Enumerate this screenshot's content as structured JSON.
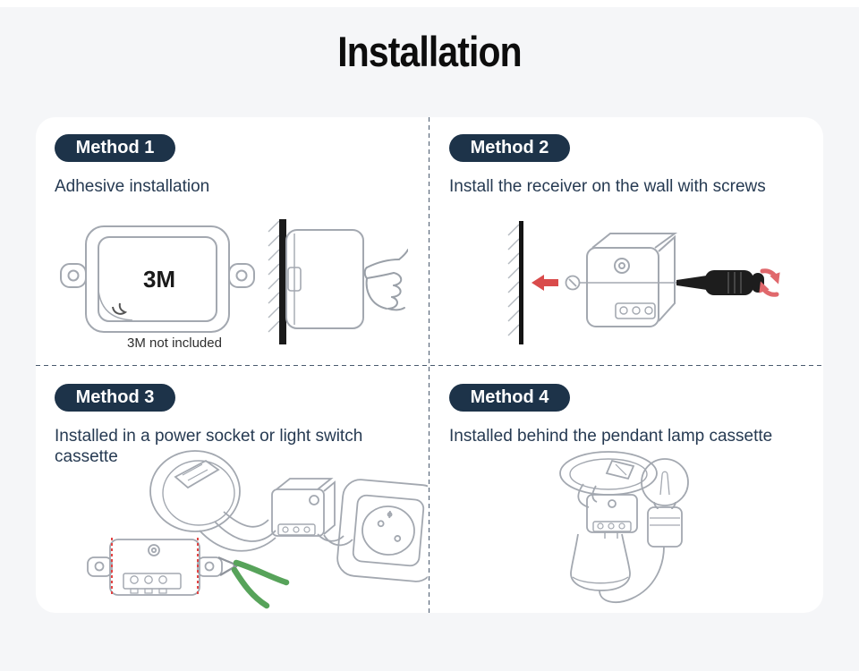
{
  "title": "Installation",
  "colors": {
    "background": "#f5f6f8",
    "card": "#ffffff",
    "badge": "#1d3349",
    "badge_text": "#ffffff",
    "title_text": "#0d0d0d",
    "body_text": "#263a52",
    "divider": "#4a5a6e",
    "line_art": "#a3a8b0",
    "wall_black": "#1b1b1b",
    "tool_black": "#1d1d1d",
    "accent_red": "#d94b4b",
    "rotate_red": "#e0686c",
    "plier_green": "#57a35a"
  },
  "methods": [
    {
      "badge": "Method 1",
      "description": "Adhesive installation",
      "device_label": "3M",
      "caption": "3M not included"
    },
    {
      "badge": "Method 2",
      "description": "Install the receiver on the wall with screws"
    },
    {
      "badge": "Method 3",
      "description": "Installed in a power socket or light switch cassette"
    },
    {
      "badge": "Method 4",
      "description": "Installed behind the pendant lamp cassette"
    }
  ]
}
